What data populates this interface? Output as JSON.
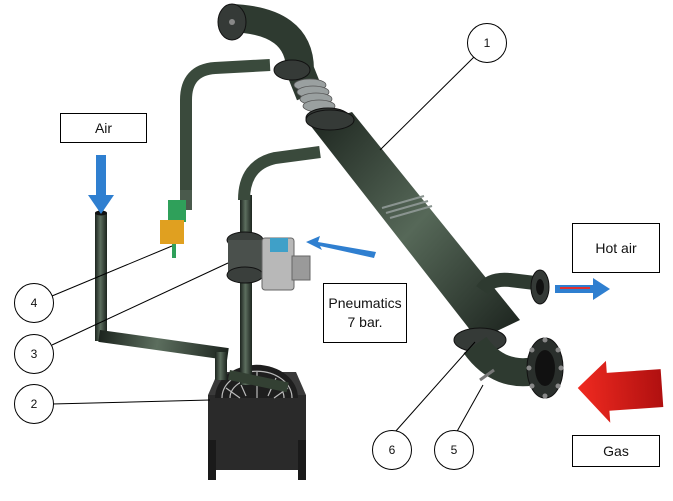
{
  "labels": {
    "air": "Air",
    "hot_air": "Hot air",
    "gas": "Gas",
    "pneumatics": "Pneumatics 7 bar."
  },
  "callouts": [
    "1",
    "2",
    "3",
    "4",
    "5",
    "6"
  ],
  "colors": {
    "pipe": "#2e3a30",
    "pipe_highlight": "#5c6e5e",
    "flange": "#3a3f3c",
    "bellows": "#9aa0a0",
    "furnace": "#2d2d2d",
    "arrow_blue": "#2f7fd0",
    "arrow_red": "#e8201a",
    "valve_blue": "#3fa0c8",
    "actuator": "#b8b8b8",
    "sensor_orange": "#e0a020",
    "sensor_green": "#2fa05a"
  }
}
